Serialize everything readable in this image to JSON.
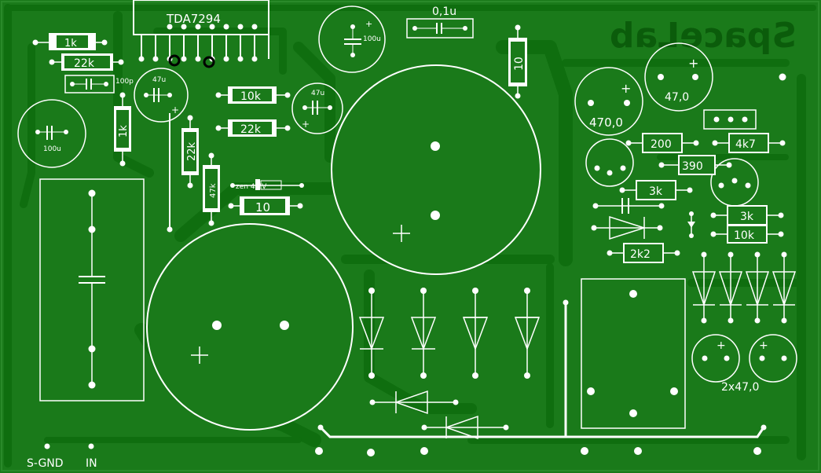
{
  "colors": {
    "board": "#1a7a1a",
    "copper": "#158015",
    "trace": "#0f6e0f",
    "silk": "#ffffff",
    "mirror_text": "#0b5c0b"
  },
  "labels": {
    "chip": "TDA7294",
    "r_1k_top": "1k",
    "r_22k_top": "22k",
    "c_100p": "100p",
    "c_47u_left": "47u",
    "c_100u_left": "100u",
    "r_1k_vertical": "1k",
    "r_10k": "10k",
    "r_22k_mid": "22k",
    "c_47u_mid": "47u",
    "r_22k_vertical": "22k",
    "r_47k_vertical": "47k",
    "zener": "zen 4,7V",
    "r_10_mid": "10",
    "c_100u_top": "100u",
    "c_01u": "0,1u",
    "r_10_vertical": "10",
    "brand_mirror": "SpaceLab",
    "c_470": "470,0",
    "c_47_right": "47,0",
    "r_200": "200",
    "r_4k7": "4k7",
    "r_390": "390",
    "r_3k_a": "3k",
    "r_3k_b": "3k",
    "r_10k_right": "10k",
    "r_2k2": "2k2",
    "c_2x47": "2x47,0",
    "pin_sgnd": "S-GND",
    "pin_in": "IN"
  }
}
